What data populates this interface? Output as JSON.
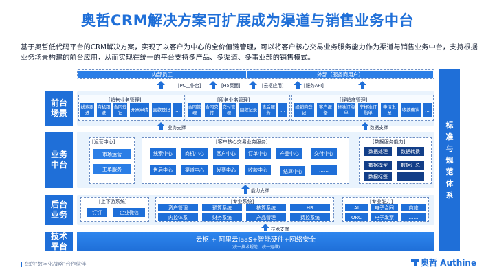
{
  "title": "奥哲CRM解决方案可扩展成为渠道与销售业务中台",
  "intro": "基于奥哲低代码平台的CRM解决方案，实现了以客户为中心的全价值链管理，可以将客户核心交易业务服务能力作为渠道与销售业务中台，支持根据业务场景构建的前台应用，从而实现在统一的平台支持多产品、多渠道、多事业部的销售模式。",
  "users": {
    "internal": "内部员工",
    "external": "外部（服务商用户）"
  },
  "channels": [
    "[PC工作台]",
    "[H5页面]",
    "[云枢应用]",
    "[服务API]"
  ],
  "rows": {
    "front": "前台场景",
    "middle": "业务中台",
    "back": "后台业务",
    "tech": "技术平台"
  },
  "front": {
    "groups": [
      {
        "title": "[销售业务管理]",
        "items": [
          "线索跟进",
          "商机跟进",
          "合同登记",
          "开票申请",
          "回款登记"
        ]
      },
      {
        "title": "[服务业务管理]",
        "items": [
          "合同管理",
          "合同交付",
          "交付管理",
          "回款记录",
          "售后服务"
        ]
      },
      {
        "title": "[经销商管理]",
        "items": [
          "经销商登记",
          "客户报备",
          "标准订购单",
          "非标准订购单",
          "申请发票",
          "收款确认"
        ]
      }
    ],
    "more": "..."
  },
  "supports": {
    "business": "业务支撑",
    "data": "数据支撑",
    "capability": "能力支撑",
    "tech": "技术支撑"
  },
  "middle": {
    "ops": {
      "title": "[运营中心]",
      "items": [
        "市场运营",
        "工单服务"
      ]
    },
    "core": {
      "title": "[客户核心交易业务服务]",
      "items": [
        "线索中心",
        "商机中心",
        "客户中心",
        "订单中心",
        "产品中心",
        "交付中心",
        "售后中心",
        "渠道中心",
        "发票中心",
        "收款中心",
        "结算中心",
        "……"
      ]
    },
    "data": {
      "title": "[数据服务能力]",
      "items": [
        "数据处理",
        "数据转换",
        "数据模型",
        "数据汇总",
        "数据标签",
        "……"
      ]
    }
  },
  "back": {
    "updown": {
      "title": "[上下游系统]",
      "items": [
        "钉钉",
        "企业微信"
      ]
    },
    "pro": {
      "title": "[专业系统]",
      "items": [
        "资产管理",
        "预算系统",
        "核算系统",
        "HR",
        "内控体系",
        "财务系统",
        "产品管理",
        "费控系统"
      ]
    },
    "ability": {
      "title": "[专业能力]",
      "items": [
        "AI",
        "电子合同",
        "商旅",
        "ORC",
        "电子发票",
        "……"
      ]
    }
  },
  "tech": {
    "main": "云枢 + 阿里云IaaS+智能硬件+网络安全",
    "sub": "(统一技术规范、统一运维)"
  },
  "right_bar": "标准与规范体系",
  "footer": "您的\"数字化战略\"合作伙伴",
  "logo": "奥哲 Authine"
}
